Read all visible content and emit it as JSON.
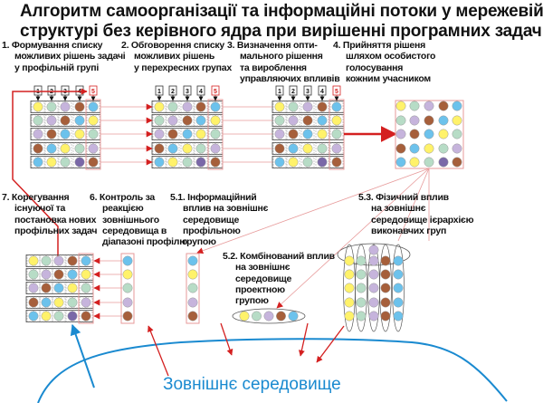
{
  "title": {
    "line1": "Алгоритм самоорганізації та інформаційні потоки у  мережевій",
    "line2": "структурі без керівного ядра  при вирішенні програмних задач"
  },
  "steps": {
    "s1": [
      "1. Формування списку",
      "можливих рішень задачі",
      "у профільній групі"
    ],
    "s2": [
      "2. Обговорення списку",
      "можливих рішень",
      "у перехресних групах"
    ],
    "s3": [
      "3. Визначення опти-",
      "мального рішення",
      "та вироблення",
      "управляючих впливів"
    ],
    "s4": [
      "4. Прийняття рішеня",
      "шляхом особистого",
      "голосування",
      "кожним учасником"
    ],
    "s7": [
      "7. Корегування",
      "існуючої та",
      "постановка нових",
      "профільних задач"
    ],
    "s6": [
      "6. Контроль за",
      "реакцією",
      "зовнішнього",
      "середовища  в",
      "діапазоні профілю"
    ],
    "s51": [
      "5.1. Інформаційний",
      "вплив на зовнішнє",
      "середовище",
      "профільною",
      "групою"
    ],
    "s52": [
      "5.2. Комбінований вплив",
      "на  зовнішнє",
      "середовище",
      "проектною",
      "групою"
    ],
    "s53": [
      "5.3. Фізичний вплив",
      "на зовнішнє",
      "середовище ієрархією",
      "виконавчих груп"
    ]
  },
  "column_numbers": [
    "1",
    "2",
    "3",
    "4",
    "5"
  ],
  "environment_label": "Зовнішнє середовище",
  "colors": {
    "Y": "#fff26a",
    "G": "#b7dcc6",
    "P": "#c6b4dc",
    "B": "#a65f3b",
    "L": "#6cc2ec",
    "D": "#7a68a8",
    "accent_red": "#d42020",
    "line_red": "#e79a9a",
    "env_blue": "#1a8ad0"
  },
  "grid_rows": [
    [
      "Y",
      "G",
      "P",
      "B",
      "L"
    ],
    [
      "G",
      "P",
      "B",
      "L",
      "Y"
    ],
    [
      "P",
      "B",
      "L",
      "Y",
      "G"
    ],
    [
      "B",
      "L",
      "Y",
      "G",
      "P"
    ],
    [
      "L",
      "Y",
      "G",
      "D",
      "B"
    ]
  ],
  "column5": [
    "L",
    "Y",
    "G",
    "P",
    "B"
  ],
  "project_group": [
    "Y",
    "G",
    "P",
    "B",
    "L"
  ],
  "hierarchy_columns": [
    "Y",
    "G",
    "P",
    "B",
    "L"
  ],
  "hierarchy_top": "P"
}
